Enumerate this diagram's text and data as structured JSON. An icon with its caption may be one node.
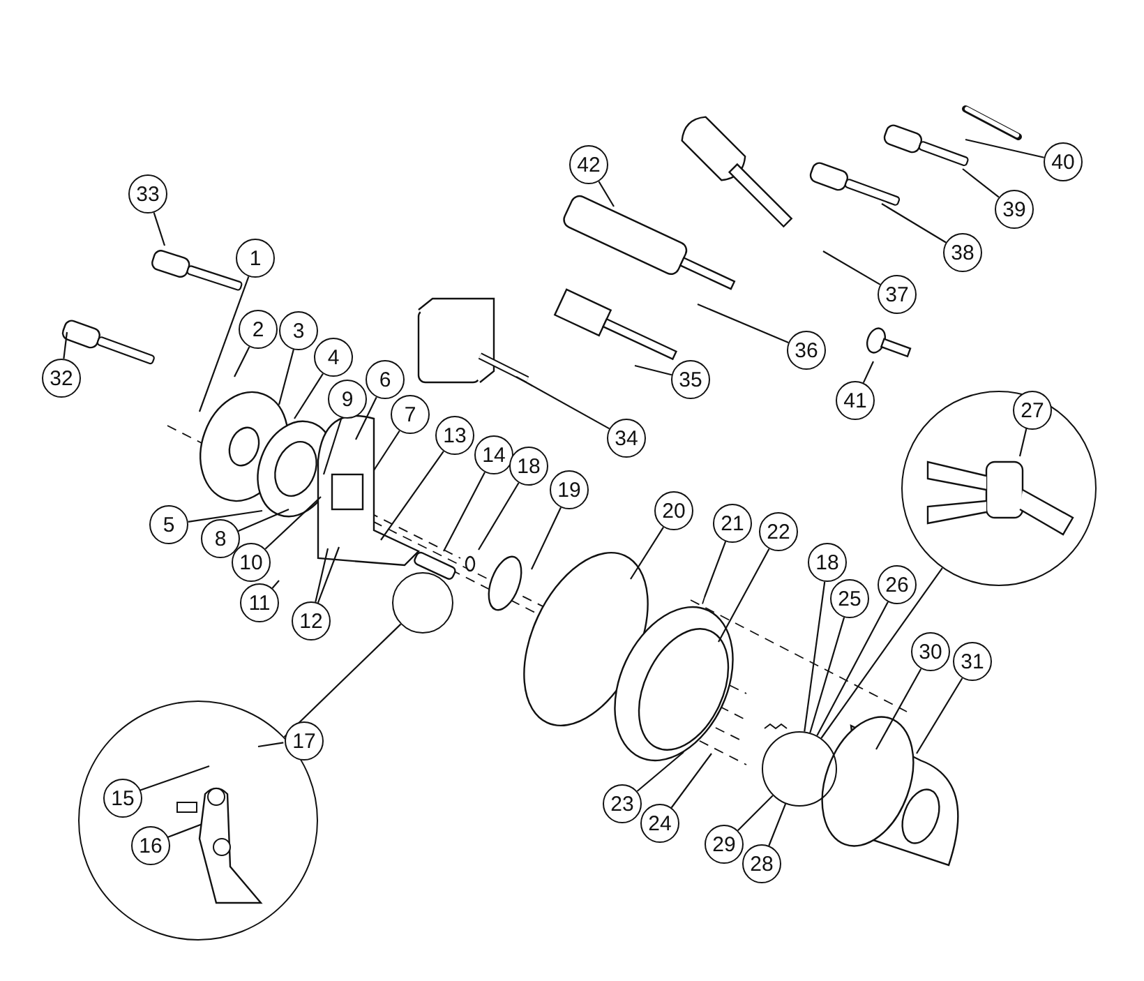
{
  "diagram": {
    "nodes": [
      {
        "text": [
          "40"
        ]
      },
      {
        "text": [
          "42"
        ]
      },
      {
        "text": [
          "39"
        ]
      },
      {
        "text": [
          "33"
        ]
      },
      {
        "text": [
          "38"
        ]
      },
      {
        "text": [
          "1"
        ]
      },
      {
        "text": [
          "37"
        ]
      },
      {
        "text": [
          "2"
        ]
      },
      {
        "text": [
          "3"
        ]
      },
      {
        "text": [
          "36"
        ]
      },
      {
        "text": [
          "4"
        ]
      },
      {
        "text": [
          "32"
        ]
      },
      {
        "text": [
          "35"
        ]
      },
      {
        "text": [
          "6"
        ]
      },
      {
        "text": [
          "41"
        ]
      },
      {
        "text": [
          "9"
        ]
      },
      {
        "text": [
          "7"
        ]
      },
      {
        "text": [
          "13"
        ]
      },
      {
        "text": [
          "34"
        ]
      },
      {
        "text": [
          "14"
        ]
      },
      {
        "text": [
          "18"
        ]
      },
      {
        "text": [],
        "shape": "circle"
      },
      {
        "text": [
          "27"
        ],
        "in": 21
      },
      {
        "text": [
          "19"
        ]
      },
      {
        "text": [
          "20"
        ]
      },
      {
        "text": [
          "21"
        ]
      },
      {
        "text": [
          "22"
        ]
      },
      {
        "text": [
          "5"
        ]
      },
      {
        "text": [
          "8"
        ]
      },
      {
        "text": [
          "18"
        ]
      },
      {
        "text": [
          "10"
        ]
      },
      {
        "text": [
          "26"
        ]
      },
      {
        "text": [
          "25"
        ]
      },
      {
        "text": [
          "11"
        ]
      },
      {
        "text": [],
        "shape": "circle"
      },
      {
        "text": [
          "12"
        ]
      },
      {
        "text": [
          "30"
        ]
      },
      {
        "text": [
          "31"
        ]
      },
      {
        "text": [],
        "shape": "circle"
      },
      {
        "text": [],
        "shape": "circle"
      },
      {
        "text": [
          "15"
        ],
        "in": 39
      },
      {
        "text": [
          "17"
        ],
        "in": 39
      },
      {
        "text": [
          "16"
        ],
        "in": 39
      },
      {
        "text": [
          "23"
        ]
      },
      {
        "text": [
          "24"
        ]
      },
      {
        "text": [
          "29"
        ]
      },
      {
        "text": [
          "28"
        ]
      }
    ],
    "edges": [
      {
        "from": 0,
        "to": null,
        "arrow": "none"
      },
      {
        "from": 1,
        "to": null,
        "arrow": "none"
      },
      {
        "from": 2,
        "to": null,
        "arrow": "none"
      },
      {
        "from": 3,
        "to": null,
        "arrow": "none"
      },
      {
        "from": 4,
        "to": null,
        "arrow": "none"
      },
      {
        "from": 5,
        "to": null,
        "arrow": "none"
      },
      {
        "from": 6,
        "to": null,
        "arrow": "none"
      },
      {
        "from": 7,
        "to": null,
        "arrow": "none"
      },
      {
        "from": 8,
        "to": null,
        "arrow": "none"
      },
      {
        "from": 9,
        "to": null,
        "arrow": "none"
      },
      {
        "from": 10,
        "to": null,
        "arrow": "none"
      },
      {
        "from": 11,
        "to": null,
        "arrow": "none"
      },
      {
        "from": 12,
        "to": null,
        "arrow": "none"
      },
      {
        "from": 13,
        "to": null,
        "arrow": "none"
      },
      {
        "from": 14,
        "to": null,
        "arrow": "none"
      },
      {
        "from": 15,
        "to": null,
        "arrow": "none"
      },
      {
        "from": 16,
        "to": null,
        "arrow": "none"
      },
      {
        "from": 17,
        "to": null,
        "arrow": "none"
      },
      {
        "from": 18,
        "to": null,
        "arrow": "none"
      },
      {
        "from": 19,
        "to": null,
        "arrow": "none"
      },
      {
        "from": 20,
        "to": null,
        "arrow": "none"
      },
      {
        "from": 22,
        "to": null,
        "arrow": "none"
      },
      {
        "from": 23,
        "to": null,
        "arrow": "none"
      },
      {
        "from": 24,
        "to": null,
        "arrow": "none"
      },
      {
        "from": 25,
        "to": null,
        "arrow": "none"
      },
      {
        "from": 26,
        "to": null,
        "arrow": "none"
      },
      {
        "from": 27,
        "to": null,
        "arrow": "none"
      },
      {
        "from": 28,
        "to": null,
        "arrow": "none"
      },
      {
        "from": 29,
        "to": 38,
        "arrow": "none"
      },
      {
        "from": 30,
        "to": null,
        "arrow": "none"
      },
      {
        "from": 31,
        "to": 38,
        "arrow": "none"
      },
      {
        "from": 32,
        "to": 38,
        "arrow": "none"
      },
      {
        "from": 33,
        "to": null,
        "arrow": "none"
      },
      {
        "from": 35,
        "to": null,
        "arrow": "none"
      },
      {
        "from": 35,
        "to": null,
        "arrow": "none"
      },
      {
        "from": 36,
        "to": null,
        "arrow": "none"
      },
      {
        "from": 37,
        "to": null,
        "arrow": "none"
      },
      {
        "from": 40,
        "to": null,
        "arrow": "none"
      },
      {
        "from": 41,
        "to": null,
        "arrow": "none"
      },
      {
        "from": 42,
        "to": null,
        "arrow": "none"
      },
      {
        "from": 43,
        "to": null,
        "arrow": "none"
      },
      {
        "from": 44,
        "to": null,
        "arrow": "none"
      },
      {
        "from": 45,
        "to": 38,
        "arrow": "none"
      },
      {
        "from": 46,
        "to": 38,
        "arrow": "none"
      },
      {
        "from": 34,
        "to": 39,
        "arrow": "none"
      },
      {
        "from": 38,
        "to": 21,
        "arrow": "none"
      }
    ]
  }
}
